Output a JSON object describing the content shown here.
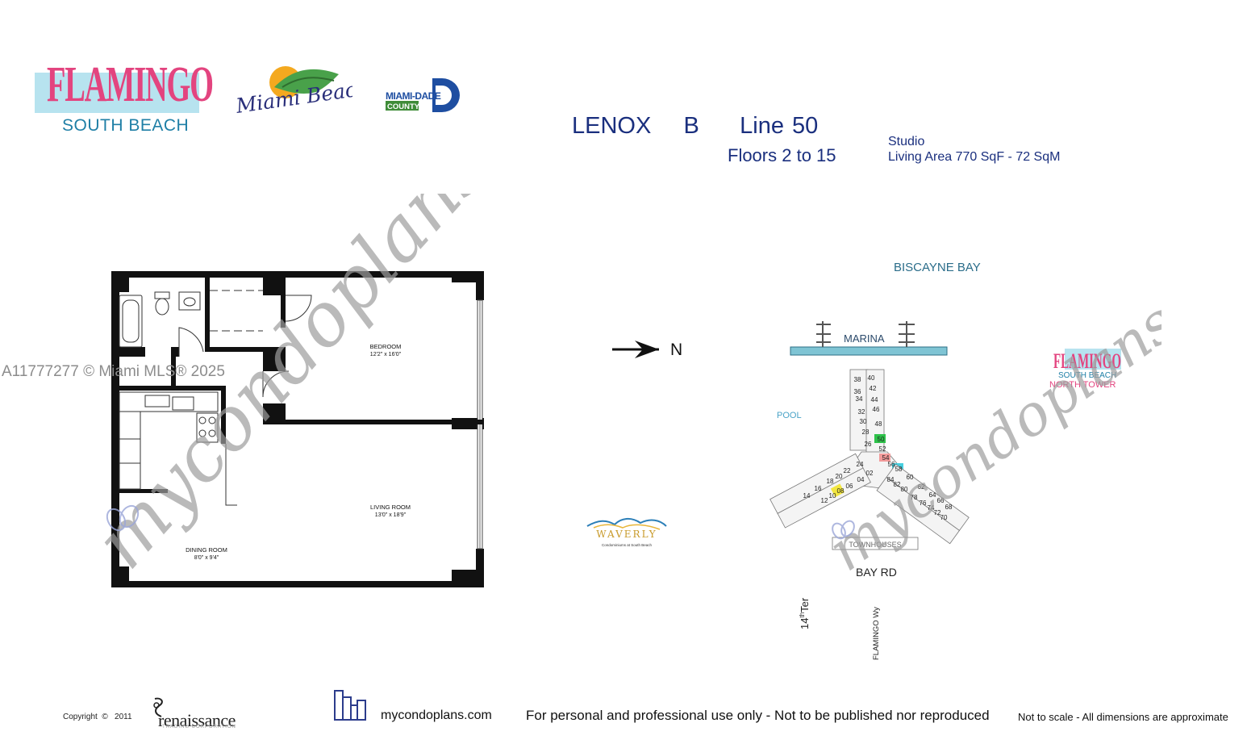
{
  "header": {
    "logo_flamingo": "FLAMINGO",
    "logo_flamingo_sub": "SOUTH BEACH",
    "logo_miami_beach": "Miami Beach",
    "logo_miami_dade": "MIAMI-DADE",
    "logo_county": "COUNTY",
    "title": "LENOX    B     Line 50",
    "floors": "Floors 2 to 15",
    "unit_type": "Studio",
    "living_area": "Living Area  770 SqF - 72 SqM"
  },
  "mls_watermark": "A11777277 © Miami MLS® 2025",
  "watermark": "mycondoplans",
  "floorplan": {
    "bedroom_label": "BEDROOM",
    "bedroom_dim": "12'2\" x 16'0\"",
    "living_label": "LIVING ROOM",
    "living_dim": "13'0\" x 18'9\"",
    "dining_label": "DINING ROOM",
    "dining_dim": "8'0\" x 9'4\""
  },
  "compass": {
    "label": "N"
  },
  "waverly": {
    "name": "WAVERLY",
    "tagline": "Condominiums at South Beach"
  },
  "siteplan": {
    "bay": "BISCAYNE BAY",
    "marina": "MARINA",
    "pool": "POOL",
    "townhouses": "TOWNHOUSES",
    "bay_rd": "BAY RD",
    "street_14": "14",
    "street_14_sup": "th",
    "street_14_suffix": "Ter",
    "street_flamingo": "FLAMINGO Wy",
    "tower_logo": "FLAMINGO",
    "tower_sub1": "SOUTH BEACH",
    "tower_sub2": "NORTH TOWER",
    "north_wing_left": [
      "38",
      "36",
      "34",
      "32",
      "30",
      "28",
      "26"
    ],
    "north_wing_right": [
      "40",
      "42",
      "44",
      "46",
      "48",
      "50",
      "52"
    ],
    "hub": [
      "54",
      "56",
      "58"
    ],
    "west_wing_top": [
      "24",
      "22",
      "20",
      "18",
      "16",
      "14"
    ],
    "west_wing_bottom": [
      "02",
      "04",
      "06",
      "08",
      "10",
      "12"
    ],
    "east_wing_top": [
      "60",
      "62",
      "64",
      "66",
      "68"
    ],
    "east_wing_bottom": [
      "84",
      "82",
      "80",
      "78",
      "76",
      "74",
      "72",
      "70"
    ],
    "highlight_colors": {
      "unit_50": "#2ec24a",
      "unit_54": "#f29a9a",
      "unit_58": "#46cfe0",
      "unit_08": "#f2e640"
    }
  },
  "footer": {
    "copyright": "Copyright  ©   2011",
    "renaissance": "renaissance",
    "renaissance_sub": "TRADING CORPORATION",
    "site": "mycondoplans.com",
    "usage": "For personal and professional use only - Not to be published nor reproduced",
    "scale_note": "Not to scale - All dimensions are approximate"
  }
}
